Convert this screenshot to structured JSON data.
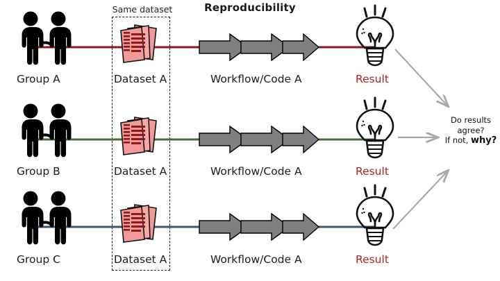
{
  "diagram": {
    "title": "Reproducibility",
    "same_dataset_label": "Same dataset",
    "question_line1": "Do results",
    "question_line2": "agree?",
    "question_line3_prefix": "If not, ",
    "question_line3_bold": "why?",
    "colors": {
      "row_a_line": "#8b1a1a",
      "row_b_line": "#4f6b35",
      "row_c_line": "#3c5572",
      "arrow_gray": "#808080",
      "arrow_outline": "#000000",
      "document_fill": "#f29a9a",
      "document_line": "#8b1a1a",
      "result_text": "#b22222",
      "connector_gray": "#a8a8a8",
      "figure": "#000000"
    },
    "rows": [
      {
        "group_label": "Group A",
        "dataset_label": "Dataset A",
        "workflow_label": "Workflow/Code A",
        "result_label": "Result",
        "line_color": "#8b1a1a",
        "group_icon": "handshake-people-icon",
        "dataset_icon": "documents-icon",
        "workflow_icon": "triple-chevron-arrow-icon",
        "result_icon": "lightbulb-icon",
        "connector_icon": "arrow-down-right-icon"
      },
      {
        "group_label": "Group B",
        "dataset_label": "Dataset A",
        "workflow_label": "Workflow/Code A",
        "result_label": "Result",
        "line_color": "#4f6b35",
        "group_icon": "handshake-people-icon",
        "dataset_icon": "documents-icon",
        "workflow_icon": "triple-chevron-arrow-icon",
        "result_icon": "lightbulb-icon",
        "connector_icon": "arrow-right-icon"
      },
      {
        "group_label": "Group C",
        "dataset_label": "Dataset A",
        "workflow_label": "Workflow/Code A",
        "result_label": "Result",
        "line_color": "#3c5572",
        "group_icon": "handshake-people-icon",
        "dataset_icon": "documents-icon",
        "workflow_icon": "triple-chevron-arrow-icon",
        "result_icon": "lightbulb-icon",
        "connector_icon": "arrow-up-right-icon"
      }
    ]
  }
}
